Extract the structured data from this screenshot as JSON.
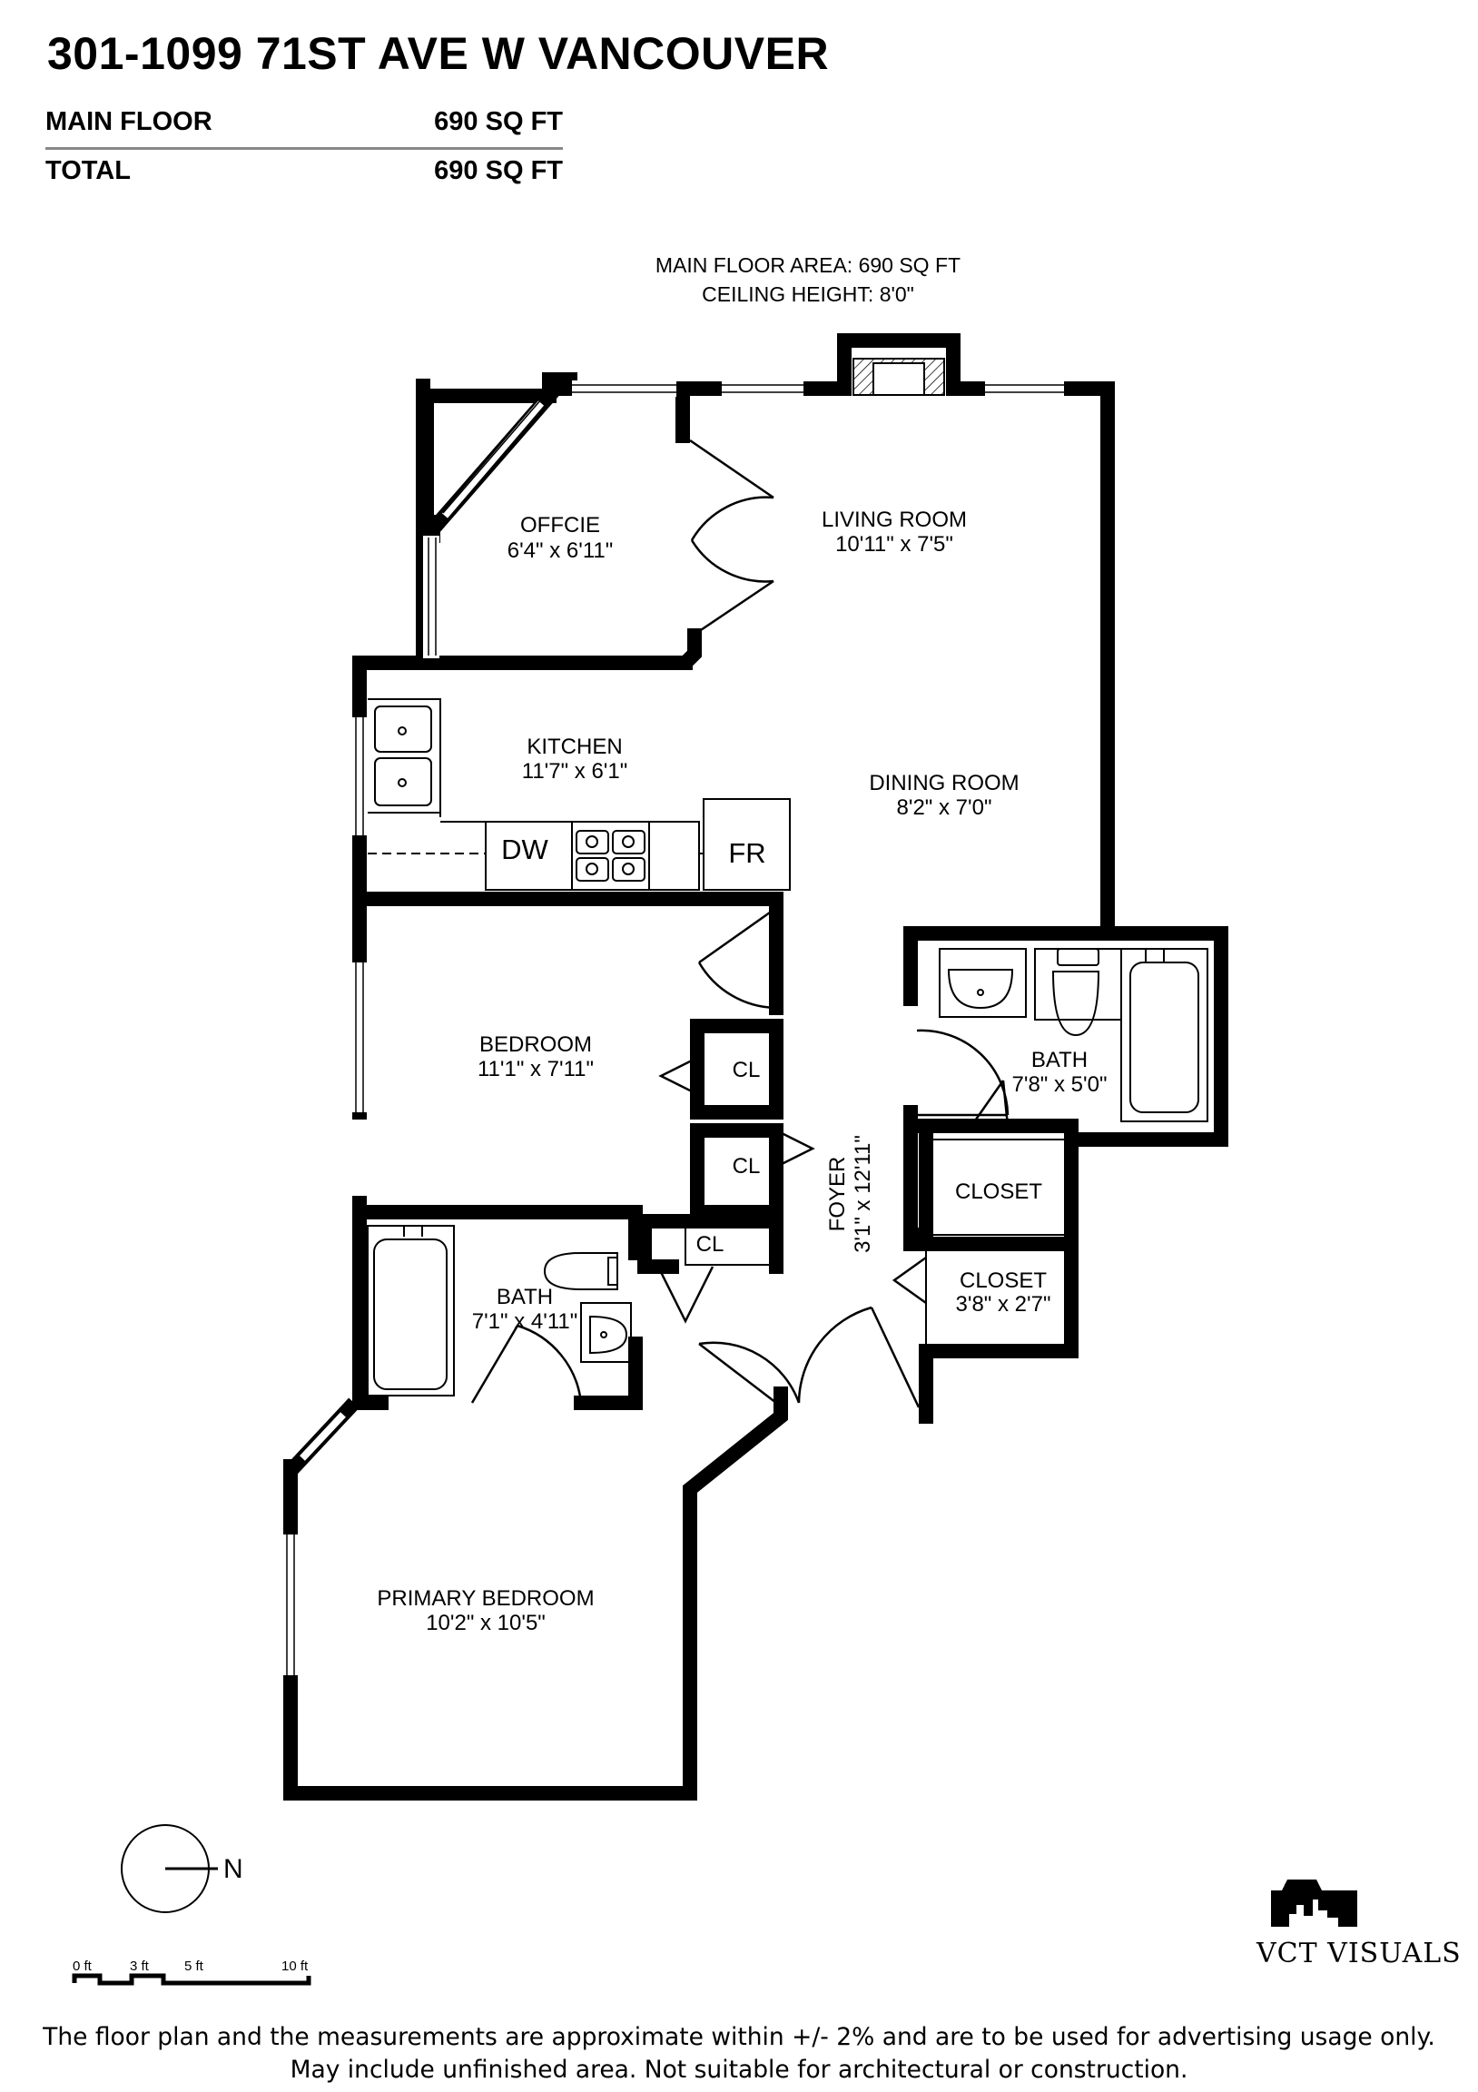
{
  "header": {
    "title": "301-1099 71ST AVE W VANCOUVER",
    "rows": [
      {
        "label": "MAIN FLOOR",
        "value": "690 SQ FT"
      },
      {
        "label": "TOTAL",
        "value": "690 SQ FT"
      }
    ]
  },
  "plan": {
    "floor_area": "MAIN FLOOR AREA: 690 SQ FT",
    "ceiling": "CEILING HEIGHT: 8'0\"",
    "rooms": {
      "office": {
        "name": "OFFCIE",
        "dims": "6'4\" x 6'11\""
      },
      "living": {
        "name": "LIVING ROOM",
        "dims": "10'11\" x 7'5\""
      },
      "kitchen": {
        "name": "KITCHEN",
        "dims": "11'7\" x 6'1\""
      },
      "dining": {
        "name": "DINING ROOM",
        "dims": "8'2\" x 7'0\""
      },
      "bedroom": {
        "name": "BEDROOM",
        "dims": "11'1\" x 7'11\""
      },
      "bath_right": {
        "name": "BATH",
        "dims": "7'8\" x 5'0\""
      },
      "bath_left": {
        "name": "BATH",
        "dims": "7'1\" x 4'11\""
      },
      "foyer": {
        "name": "FOYER",
        "dims": "3'1\" x 12'11\""
      },
      "closet_a": {
        "name": "CLOSET",
        "dims": ""
      },
      "closet_b": {
        "name": "CLOSET",
        "dims": "3'8\" x 2'7\""
      },
      "primary": {
        "name": "PRIMARY BEDROOM",
        "dims": "10'2\" x 10'5\""
      }
    },
    "fixtures": {
      "dw": "DW",
      "fr": "FR",
      "cl": "CL"
    },
    "compass": "N",
    "scale": [
      "0 ft",
      "3 ft",
      "5 ft",
      "10 ft"
    ]
  },
  "brand": "VCT VISUALS",
  "footer": {
    "line1": "The floor plan and the measurements are approximate within +/- 2% and are to be used for advertising usage only.",
    "line2": "May include unfinished area. Not suitable for architectural or construction."
  }
}
